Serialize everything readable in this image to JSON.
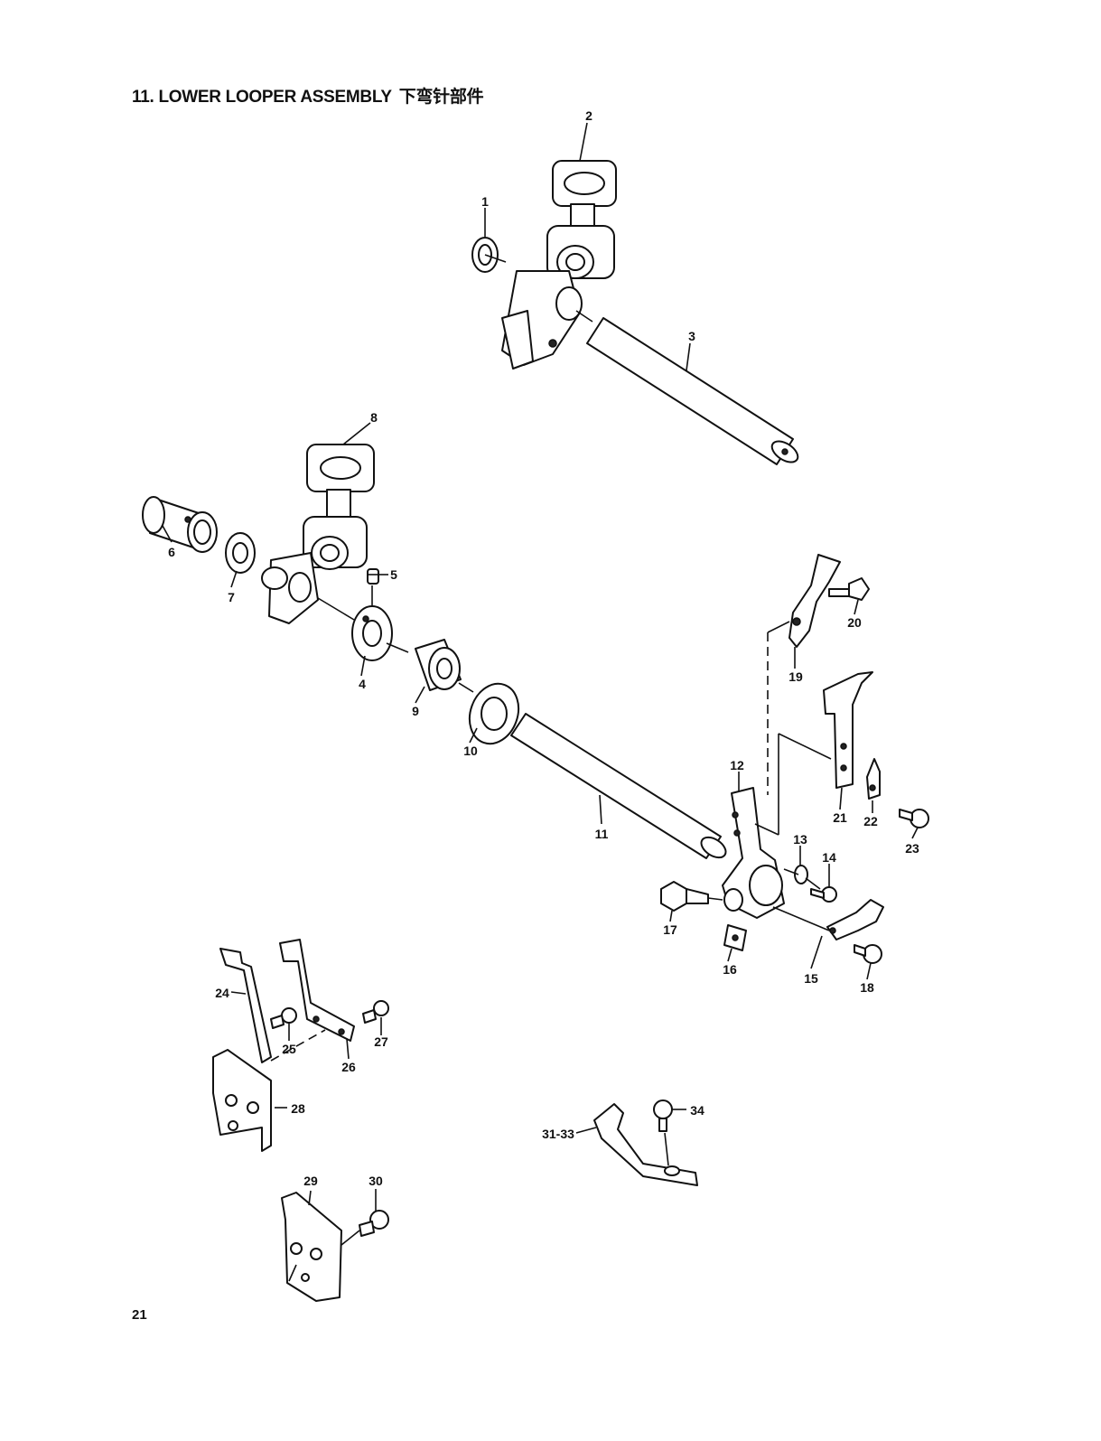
{
  "header": {
    "title": "11. LOWER LOOPER ASSEMBLY",
    "title_zh": "下弯针部件"
  },
  "footer": {
    "page_number": "21"
  },
  "callouts": [
    "1",
    "2",
    "3",
    "4",
    "5",
    "6",
    "7",
    "8",
    "9",
    "10",
    "11",
    "12",
    "13",
    "14",
    "15",
    "16",
    "17",
    "18",
    "19",
    "20",
    "21",
    "22",
    "23",
    "24",
    "25",
    "26",
    "27",
    "28",
    "29",
    "30",
    "31-33",
    "34"
  ]
}
